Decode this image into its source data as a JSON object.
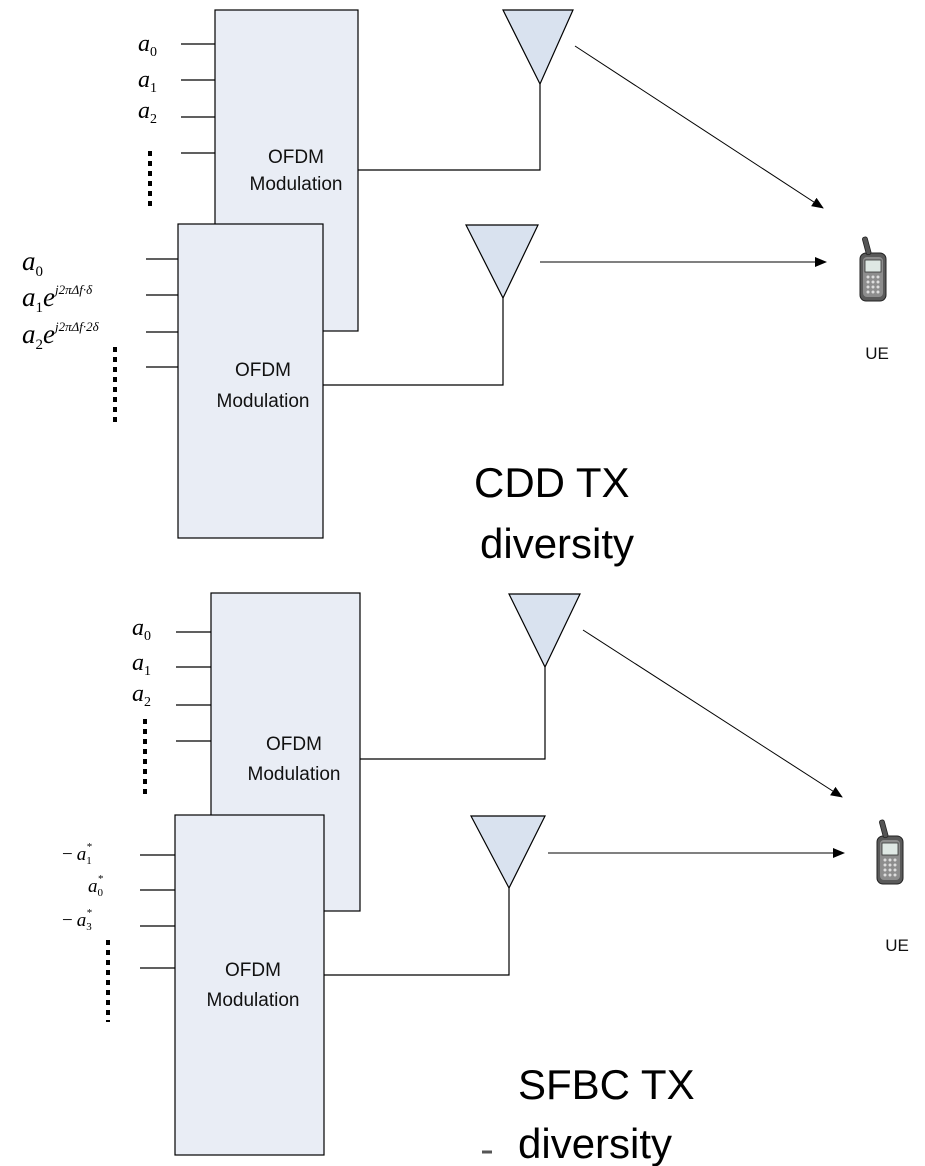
{
  "modulator_label_line1": "OFDM",
  "modulator_label_line2": "Modulation",
  "ue_label": "UE",
  "cdd": {
    "caption_line1": "CDD TX",
    "caption_line2": "diversity",
    "branch1_inputs": [
      {
        "base": "a",
        "sub": "0"
      },
      {
        "base": "a",
        "sub": "1"
      },
      {
        "base": "a",
        "sub": "2"
      }
    ],
    "branch2_inputs": [
      {
        "base": "a",
        "sub": "0",
        "sup": ""
      },
      {
        "base": "a",
        "sub": "1",
        "sup": "j2πΔf·δ"
      },
      {
        "base": "a",
        "sub": "2",
        "sup": "j2πΔf·2δ"
      }
    ],
    "exp_base": "e"
  },
  "sfbc": {
    "caption_line1": "SFBC TX",
    "caption_line2": "diversity",
    "branch1_inputs": [
      {
        "base": "a",
        "sub": "0"
      },
      {
        "base": "a",
        "sub": "1"
      },
      {
        "base": "a",
        "sub": "2"
      }
    ],
    "branch2_inputs": [
      {
        "prefix": "−",
        "base": "a",
        "sub": "1",
        "sup": "*"
      },
      {
        "prefix": "",
        "base": "a",
        "sub": "0",
        "sup": "*"
      },
      {
        "prefix": "−",
        "base": "a",
        "sub": "3",
        "sup": "*"
      }
    ]
  },
  "icons": [
    "antenna-icon",
    "mobile-phone-icon"
  ]
}
